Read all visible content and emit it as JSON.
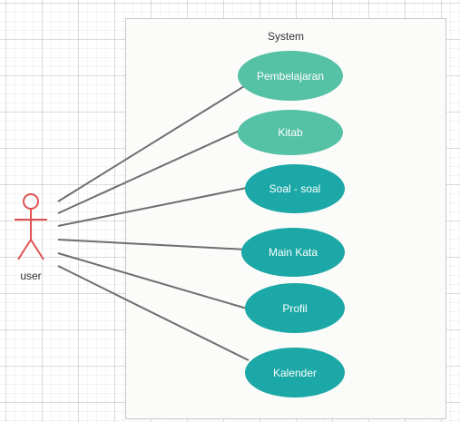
{
  "system": {
    "title": "System"
  },
  "actor": {
    "label": "user",
    "color": "#e05252",
    "icon": "stick-figure-icon"
  },
  "use_cases": [
    {
      "label": "Pembelajaran",
      "color": "#55c1a5"
    },
    {
      "label": "Kitab",
      "color": "#55c1a5"
    },
    {
      "label": "Soal - soal",
      "color": "#1ba8a6"
    },
    {
      "label": "Main Kata",
      "color": "#1ba8a6"
    },
    {
      "label": "Profil",
      "color": "#1ba8a6"
    },
    {
      "label": "Kalender",
      "color": "#1ba8a6"
    }
  ],
  "association_line_color": "#6e6e6e"
}
